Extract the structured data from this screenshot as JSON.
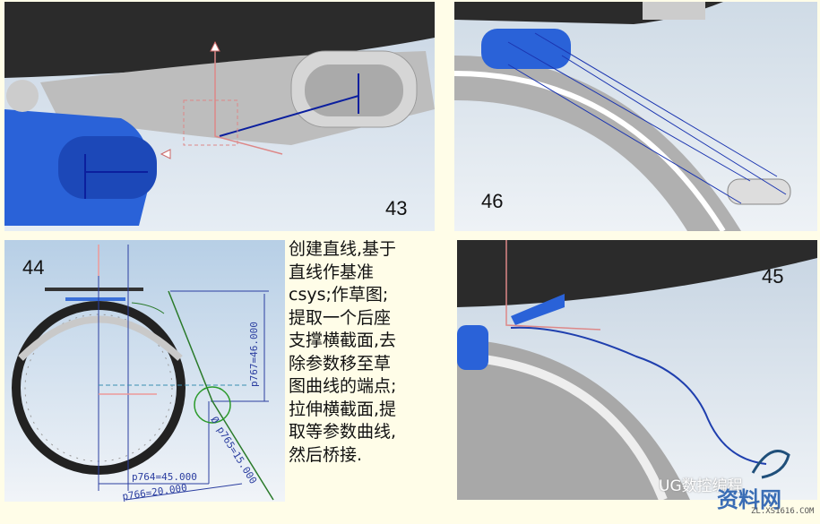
{
  "panels": [
    {
      "number": "43"
    },
    {
      "number": "46"
    },
    {
      "number": "44",
      "dimensions": [
        "p767=46.000",
        "Ø p765=15.000",
        "p764=45.000",
        "p766=20.000"
      ]
    },
    {
      "number": "45"
    }
  ],
  "description": {
    "lines": [
      "创建直线,基于",
      "直线作基准",
      "csys;作草图;",
      "提取一个后座",
      "支撑横截面,去",
      "除参数移至草",
      "图曲线的端点;",
      "拉伸横截面,提",
      "取等参数曲线,",
      "然后桥接."
    ]
  },
  "watermark": {
    "text": "UG数控编程",
    "logo_text": "资料网",
    "logo_url_text": "ZL.XS1616.COM"
  },
  "colors": {
    "background": "#fffde8",
    "blue_part": "#2a62d8",
    "curve": "#1f3fae"
  }
}
